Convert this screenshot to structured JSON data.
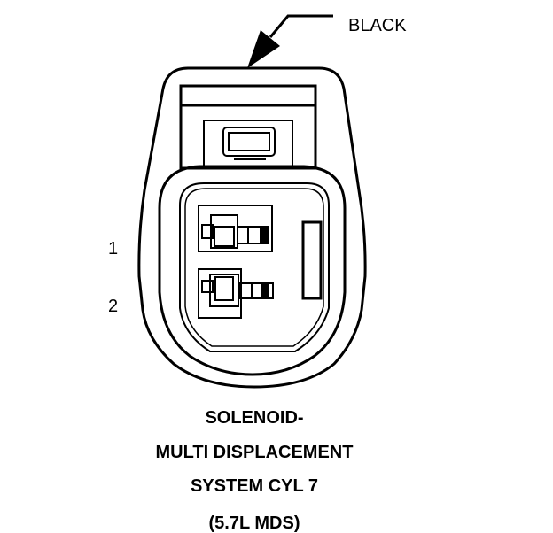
{
  "callout": {
    "color_label": "BLACK"
  },
  "pins": [
    "1",
    "2"
  ],
  "caption": {
    "line1": "SOLENOID-",
    "line2": "MULTI DISPLACEMENT",
    "line3": "SYSTEM CYL 7",
    "line4": "(5.7L MDS)"
  }
}
